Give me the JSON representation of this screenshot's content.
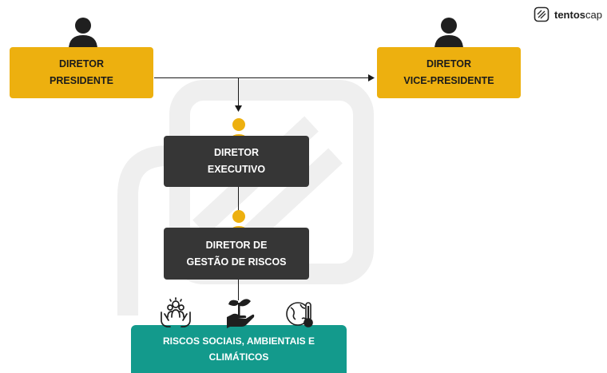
{
  "logo": {
    "brand_bold": "tentos",
    "brand_light": "cap"
  },
  "nodes": {
    "presidente": {
      "line1": "DIRETOR",
      "line2": "PRESIDENTE"
    },
    "vice": {
      "line1": "DIRETOR",
      "line2": "VICE-PRESIDENTE"
    },
    "executivo": {
      "line1": "DIRETOR",
      "line2": "EXECUTIVO"
    },
    "riscos_dir": {
      "line1": "DIRETOR DE",
      "line2": "GESTÃO DE RISCOS"
    },
    "riscos": {
      "line1": "RISCOS SOCIAIS, AMBIENTAIS E",
      "line2": "CLIMÁTICOS"
    }
  },
  "colors": {
    "gold": "#EDB00F",
    "dark": "#363636",
    "teal": "#139A8C",
    "person_dark": "#1f1f1f",
    "watermark": "#efefef"
  },
  "icons": [
    "people-icon",
    "plant-hand-icon",
    "globe-thermometer-icon"
  ]
}
